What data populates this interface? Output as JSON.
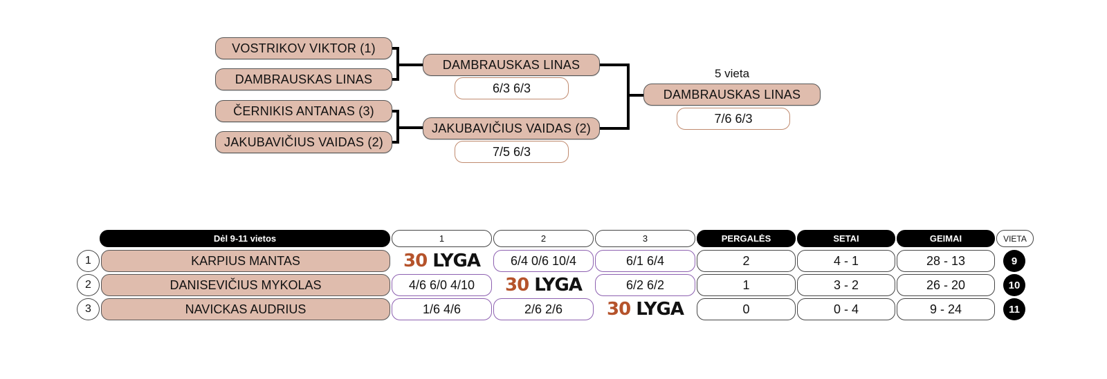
{
  "bracket": {
    "round1": [
      {
        "name": "VOSTRIKOV VIKTOR (1)"
      },
      {
        "name": "DAMBRAUSKAS LINAS"
      },
      {
        "name": "ČERNIKIS ANTANAS (3)"
      },
      {
        "name": "JAKUBAVIČIUS VAIDAS (2)"
      }
    ],
    "round2": [
      {
        "name": "DAMBRAUSKAS LINAS",
        "score": "6/3 6/3"
      },
      {
        "name": "JAKUBAVIČIUS VAIDAS (2)",
        "score": "7/5 6/3"
      }
    ],
    "final": {
      "place_label": "5 vieta",
      "name": "DAMBRAUSKAS LINAS",
      "score": "7/6 6/3"
    }
  },
  "group": {
    "title": "Dėl 9-11 vietos",
    "col_headers": [
      "1",
      "2",
      "3"
    ],
    "stat_headers": {
      "wins": "PERGALĖS",
      "sets": "SETAI",
      "games": "GEIMAI",
      "place": "VIETA"
    },
    "logo": {
      "number": "30",
      "text": "LYGA"
    },
    "rows": [
      {
        "num": "1",
        "name": "KARPIUS MANTAS",
        "results": [
          null,
          "6/4 0/6 10/4",
          "6/1 6/4"
        ],
        "wins": "2",
        "sets": "4 - 1",
        "games": "28 - 13",
        "place": "9"
      },
      {
        "num": "2",
        "name": "DANISEVIČIUS MYKOLAS",
        "results": [
          "4/6 6/0 4/10",
          null,
          "6/2 6/2"
        ],
        "wins": "1",
        "sets": "3 - 2",
        "games": "26 - 20",
        "place": "10"
      },
      {
        "num": "3",
        "name": "NAVICKAS AUDRIUS",
        "results": [
          "1/6 4/6",
          "2/6 2/6",
          null
        ],
        "wins": "0",
        "sets": "0 - 4",
        "games": "9 - 24",
        "place": "11"
      }
    ]
  },
  "colors": {
    "player_fill": "#dfbcad",
    "logo_accent": "#b5532b",
    "result_border": "#8c5fb0"
  }
}
